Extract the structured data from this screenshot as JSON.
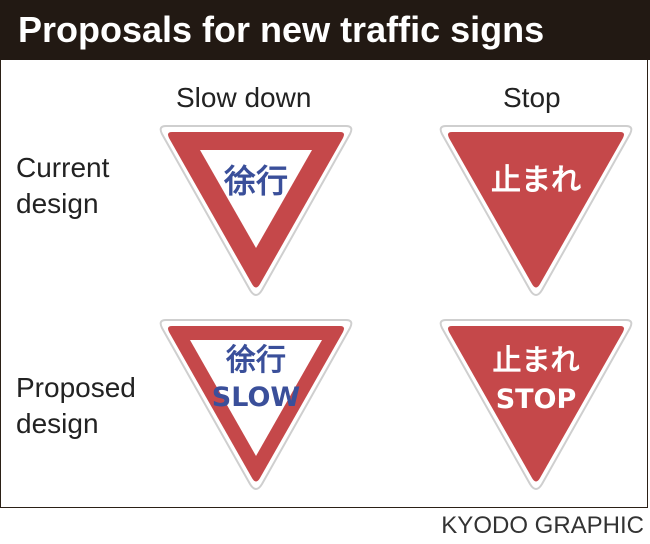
{
  "title": "Proposals for new traffic signs",
  "columns": {
    "slow": "Slow down",
    "stop": "Stop"
  },
  "rows": {
    "current": {
      "line1": "Current",
      "line2": "design"
    },
    "proposed": {
      "line1": "Proposed",
      "line2": "design"
    }
  },
  "signs": {
    "slow_current": {
      "jp": "徐行"
    },
    "stop_current": {
      "jp": "止まれ"
    },
    "slow_proposed": {
      "jp": "徐行",
      "en": "SLOW"
    },
    "stop_proposed": {
      "jp": "止まれ",
      "en": "STOP"
    }
  },
  "colors": {
    "sign_red": "#c5484a",
    "text_blue": "#3a4f9a",
    "header": "#221913"
  },
  "credit": "KYODO GRAPHIC"
}
